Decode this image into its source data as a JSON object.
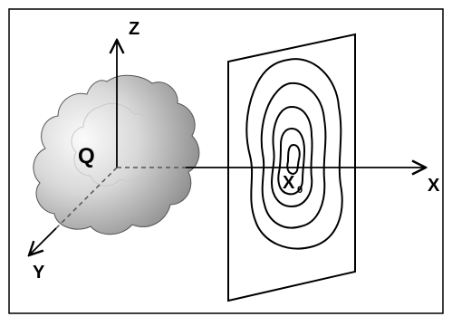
{
  "labels": {
    "z_axis": "Z",
    "x_axis": "X",
    "y_axis": "Y",
    "body": "Q",
    "point": "X",
    "point_subscript": "0"
  },
  "colors": {
    "frame": "#000000",
    "body_light": "#f4f4f4",
    "body_dark": "#8c8c8c",
    "axis": "#000000",
    "contour": "#000000"
  }
}
